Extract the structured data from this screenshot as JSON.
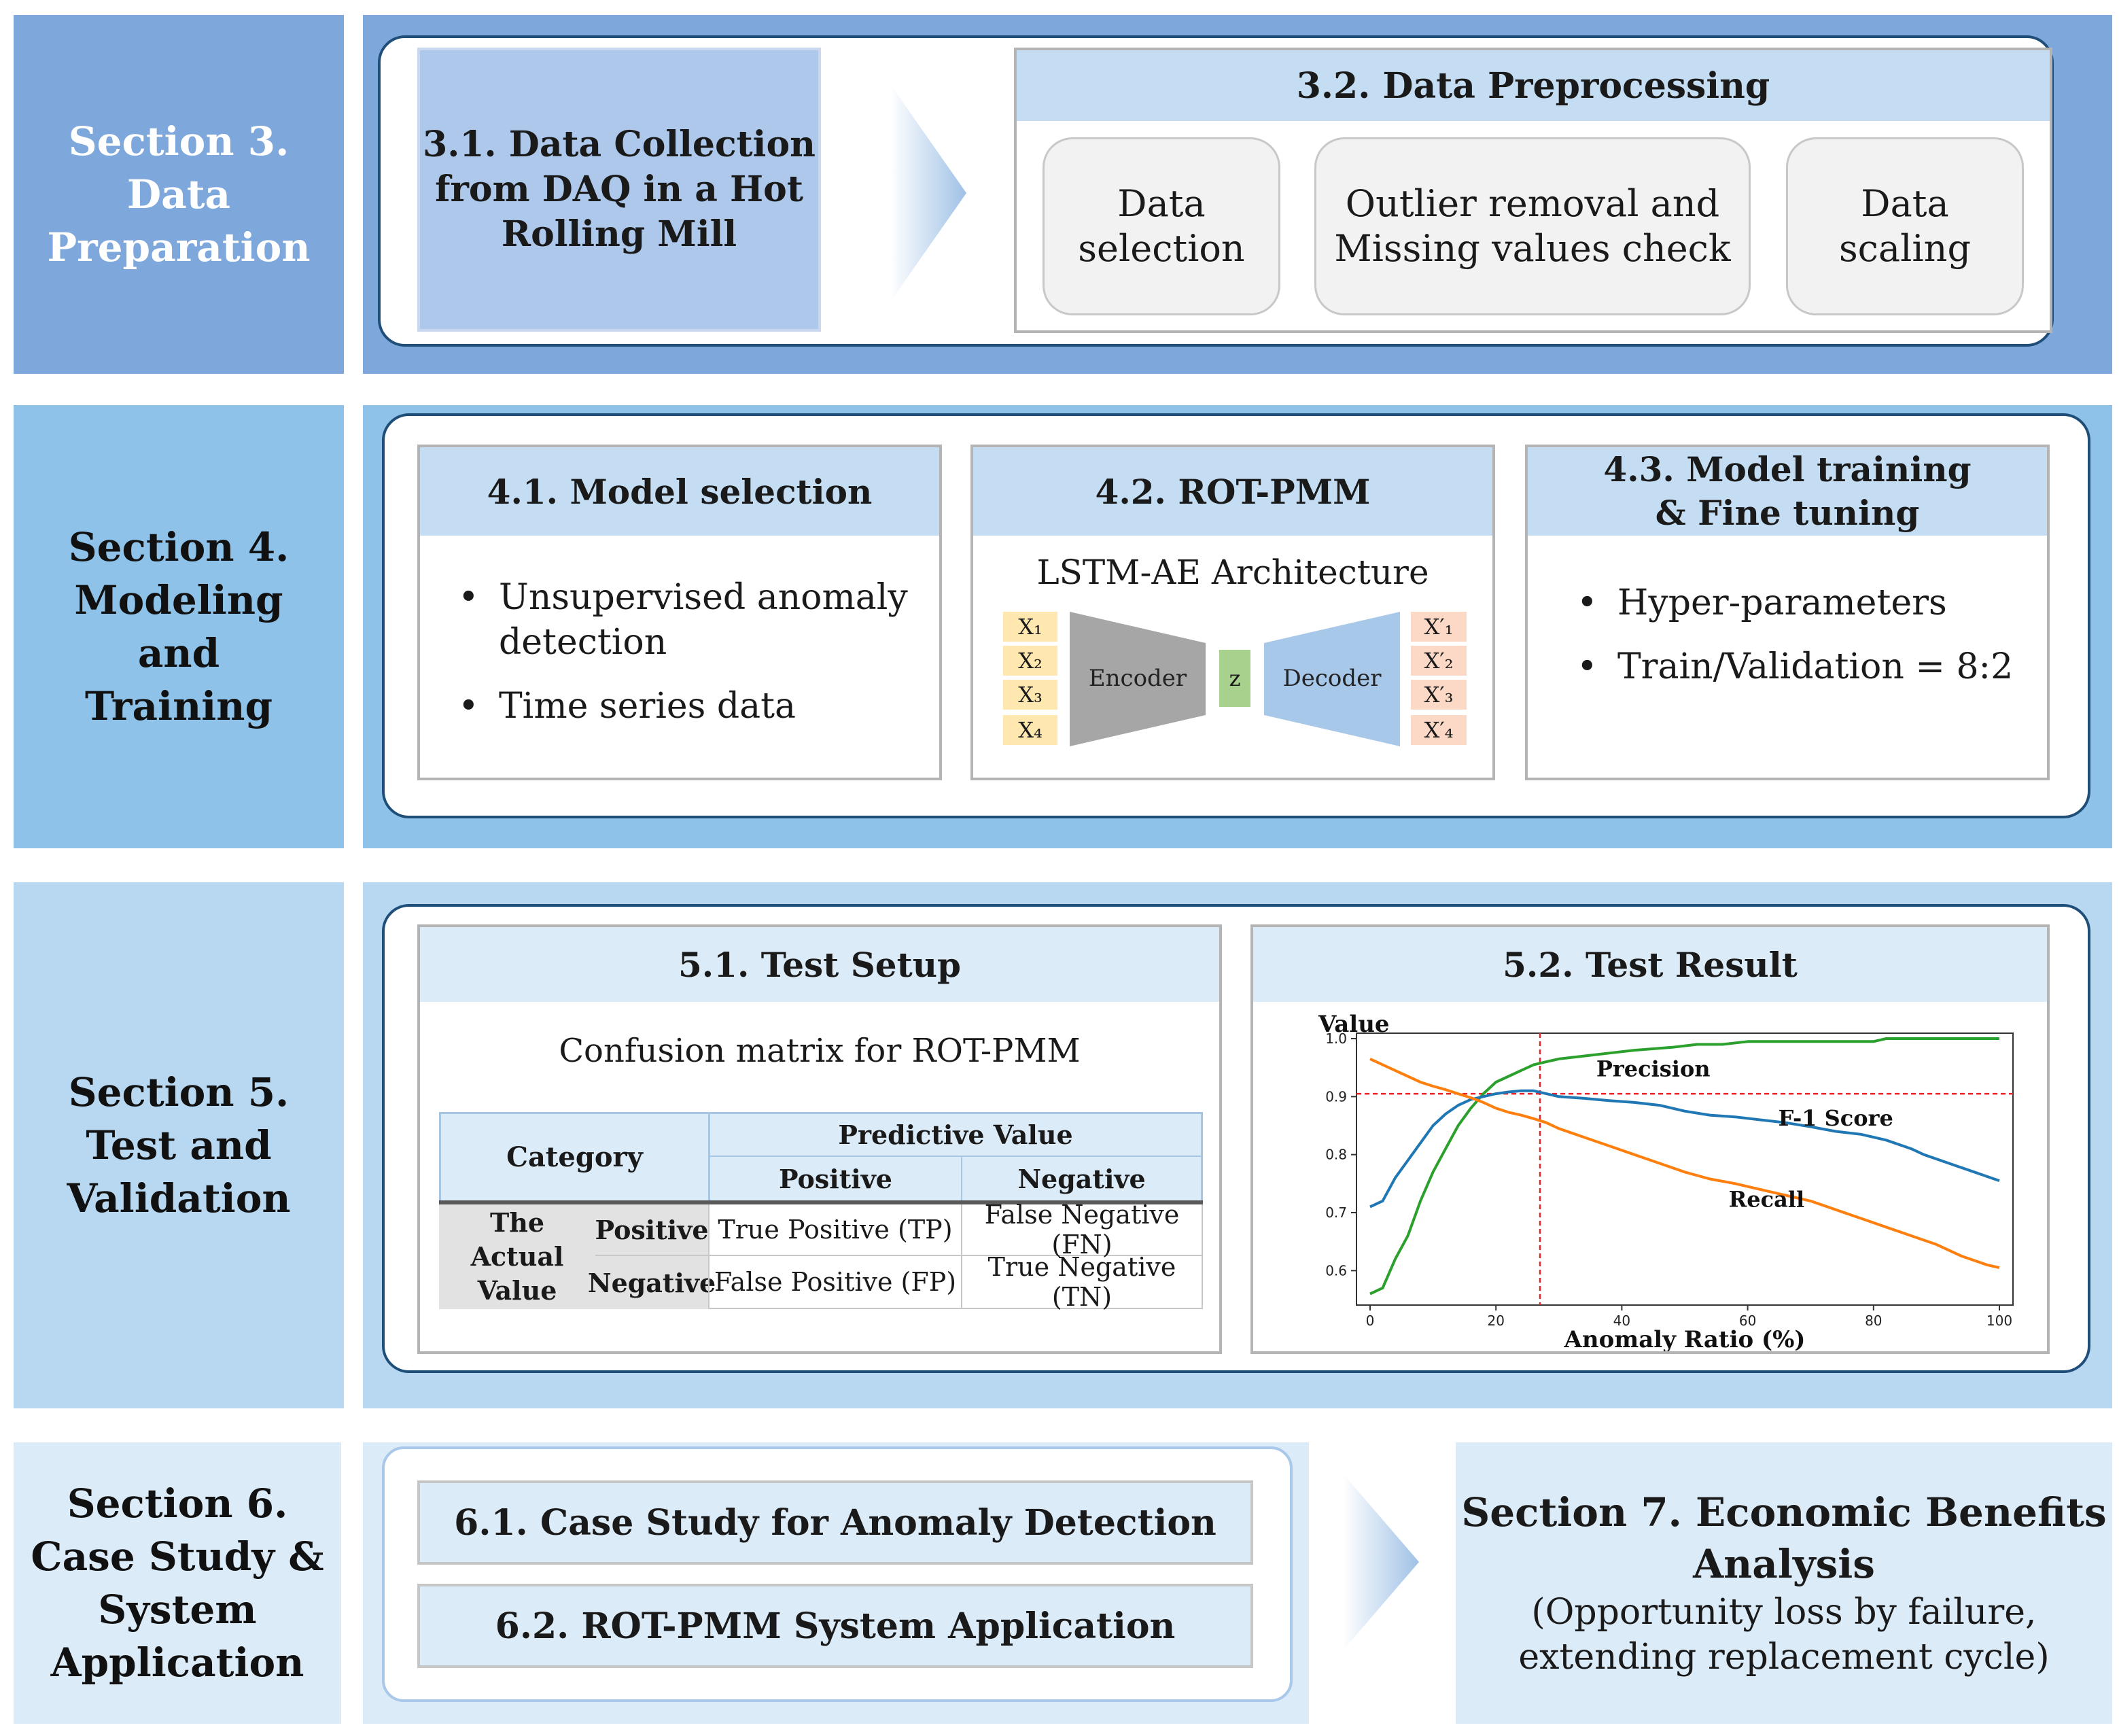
{
  "section3": {
    "label": [
      "Section 3.",
      "Data",
      "Preparation"
    ],
    "collection_title": [
      "3.1. Data Collection",
      "from DAQ in a Hot",
      "Rolling  Mill"
    ],
    "preprocessing_title": "3.2. Data Preprocessing",
    "steps": [
      [
        "Data",
        "selection"
      ],
      [
        "Outlier removal and",
        "Missing values check"
      ],
      [
        "Data",
        "scaling"
      ]
    ]
  },
  "section4": {
    "label": [
      "Section 4.",
      "Modeling",
      "and",
      "Training"
    ],
    "model_selection": {
      "title": "4.1. Model selection",
      "bullets": [
        [
          "Unsupervised  anomaly",
          "detection"
        ],
        [
          "Time series data"
        ]
      ]
    },
    "rot_pmm": {
      "title": "4.2. ROT-PMM",
      "subtitle": "LSTM-AE Architecture",
      "inputs": [
        "X₁",
        "X₂",
        "X₃",
        "X₄"
      ],
      "encoder": "Encoder",
      "latent": "z",
      "decoder": "Decoder",
      "outputs": [
        "X′₁",
        "X′₂",
        "X′₃",
        "X′₄"
      ],
      "colors": {
        "input_fill": "#ffe8b0",
        "output_fill": "#fcd8c6",
        "latent_fill": "#a9d18e",
        "encoder_fill": "#a6a6a6",
        "decoder_fill": "#a8c8ea"
      }
    },
    "training": {
      "title": [
        "4.3. Model training",
        "& Fine tuning"
      ],
      "bullets": [
        "Hyper-parameters",
        "Train/Validation = 8:2"
      ]
    }
  },
  "section5": {
    "label": [
      "Section 5.",
      "Test and",
      "Validation"
    ],
    "test_setup": {
      "title": "5.1. Test Setup",
      "caption": "Confusion matrix for ROT-PMM",
      "table": {
        "category": "Category",
        "predictive_value": "Predictive Value",
        "pred_positive": "Positive",
        "pred_negative": "Negative",
        "actual_value": [
          "The Actual",
          "Value"
        ],
        "actual_positive": "Positive",
        "actual_negative": "Negative",
        "tp": "True Positive  (TP)",
        "fn": "False Negative  (FN)",
        "fp": "False Positive  (FP)",
        "tn": "True Negative  (TN)"
      }
    },
    "test_result": {
      "title": "5.2. Test Result"
    }
  },
  "chart_data": {
    "type": "line",
    "title": "",
    "xlabel": "Anomaly Ratio (%)",
    "ylabel": "Value",
    "xlim": [
      0,
      100
    ],
    "ylim": [
      0.55,
      1.0
    ],
    "xticks": [
      "0",
      "20",
      "40",
      "60",
      "80",
      "100"
    ],
    "yticks": [
      "0.6",
      "0.7",
      "0.8",
      "0.9",
      "1.0"
    ],
    "xtick_values": [
      0,
      20,
      40,
      60,
      80,
      100
    ],
    "ytick_values": [
      0.6,
      0.7,
      0.8,
      0.9,
      1.0
    ],
    "reference_lines": {
      "x": 27,
      "y": 0.905,
      "color": "#e8242b"
    },
    "series": [
      {
        "name": "Precision",
        "color": "#2ca02c",
        "x": [
          0,
          2,
          4,
          6,
          8,
          10,
          12,
          14,
          16,
          18,
          20,
          22,
          24,
          26,
          28,
          30,
          34,
          38,
          42,
          48,
          52,
          56,
          60,
          70,
          80,
          82,
          90,
          100
        ],
        "y": [
          0.56,
          0.57,
          0.62,
          0.66,
          0.72,
          0.77,
          0.81,
          0.85,
          0.88,
          0.905,
          0.925,
          0.935,
          0.945,
          0.955,
          0.96,
          0.965,
          0.97,
          0.975,
          0.98,
          0.985,
          0.99,
          0.99,
          0.995,
          0.995,
          0.995,
          1.0,
          1.0,
          1.0
        ]
      },
      {
        "name": "F-1 Score",
        "color": "#1f77b4",
        "x": [
          0,
          2,
          4,
          6,
          8,
          10,
          12,
          14,
          16,
          18,
          20,
          22,
          24,
          26,
          28,
          30,
          34,
          38,
          42,
          46,
          50,
          54,
          58,
          62,
          66,
          70,
          74,
          78,
          82,
          86,
          88,
          92,
          96,
          100
        ],
        "y": [
          0.71,
          0.72,
          0.76,
          0.79,
          0.82,
          0.85,
          0.87,
          0.885,
          0.895,
          0.9,
          0.905,
          0.908,
          0.91,
          0.91,
          0.905,
          0.9,
          0.897,
          0.893,
          0.89,
          0.885,
          0.875,
          0.868,
          0.865,
          0.86,
          0.855,
          0.848,
          0.84,
          0.835,
          0.825,
          0.81,
          0.8,
          0.785,
          0.77,
          0.755
        ]
      },
      {
        "name": "Recall",
        "color": "#ff7f0e",
        "x": [
          0,
          2,
          4,
          6,
          8,
          10,
          12,
          14,
          16,
          18,
          20,
          22,
          24,
          26,
          28,
          30,
          34,
          38,
          42,
          46,
          50,
          54,
          58,
          62,
          66,
          70,
          74,
          78,
          82,
          86,
          90,
          94,
          98,
          100
        ],
        "y": [
          0.965,
          0.955,
          0.945,
          0.935,
          0.925,
          0.918,
          0.912,
          0.905,
          0.898,
          0.89,
          0.88,
          0.873,
          0.868,
          0.862,
          0.855,
          0.845,
          0.83,
          0.815,
          0.8,
          0.785,
          0.77,
          0.758,
          0.75,
          0.74,
          0.73,
          0.72,
          0.705,
          0.69,
          0.675,
          0.66,
          0.645,
          0.625,
          0.61,
          0.605
        ]
      }
    ]
  },
  "section6": {
    "label": [
      "Section 6.",
      "Case Study &",
      "System",
      "Application"
    ],
    "items": [
      "6.1. Case Study  for Anomaly Detection",
      "6.2. ROT-PMM System Application"
    ]
  },
  "section7": {
    "title": [
      "Section 7. Economic Benefits",
      "Analysis"
    ],
    "subtitle": [
      "(Opportunity  loss by failure,",
      "extending  replacement cycle)"
    ]
  }
}
